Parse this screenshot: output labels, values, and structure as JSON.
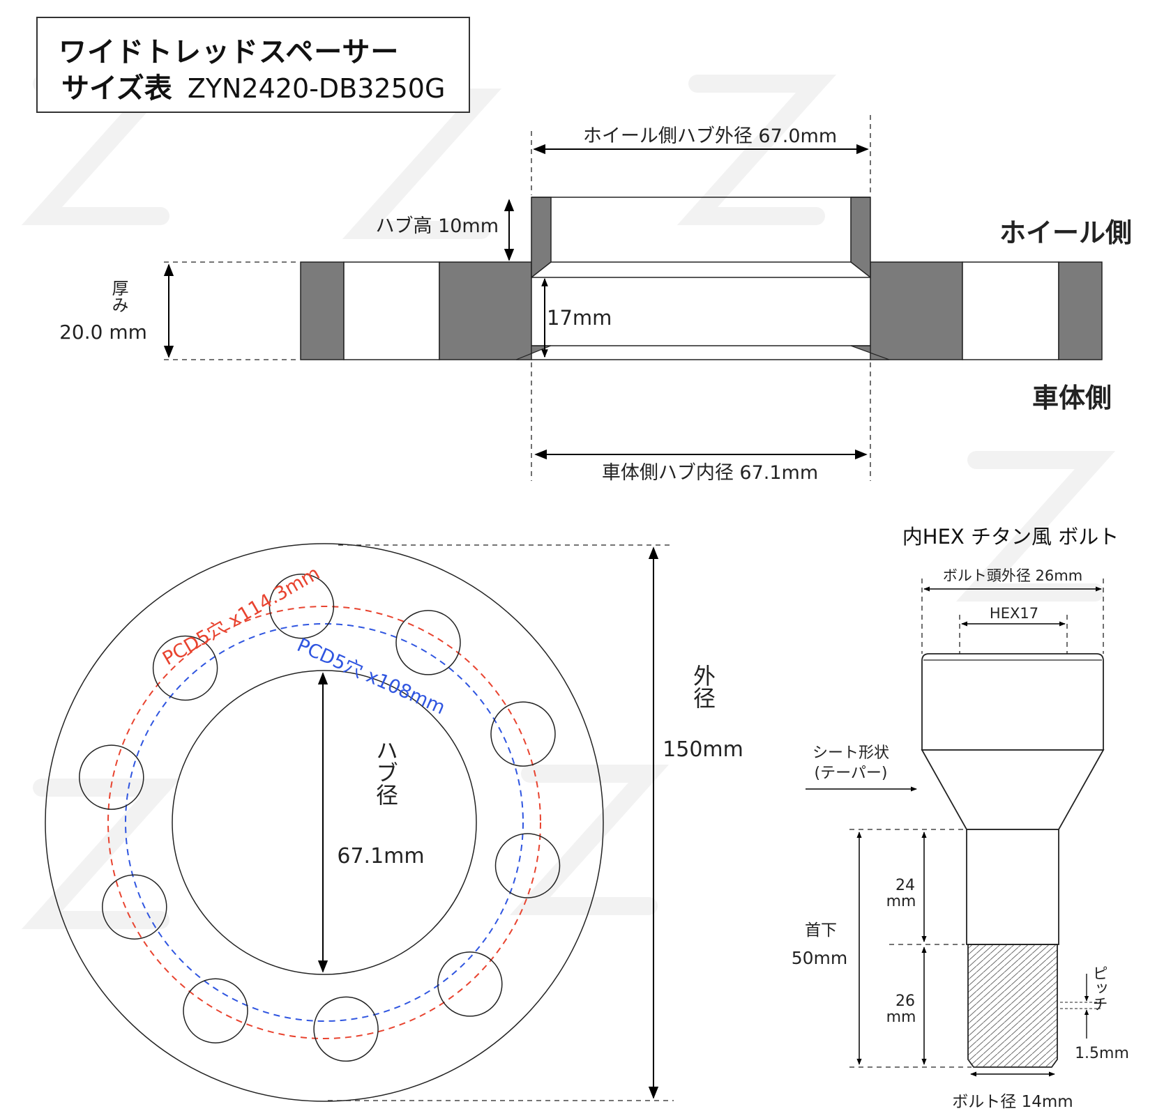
{
  "title": {
    "line1": "ワイドトレッドスペーサー",
    "line2_prefix": "サイズ表",
    "model_code": "ZYN2420-DB3250G"
  },
  "cross_section": {
    "wheel_side_hub_od": "ホイール側ハブ外径 67.0mm",
    "hub_height": "ハブ高 10mm",
    "thickness_label": "厚み",
    "thickness_value": "20.0 mm",
    "inner_depth": "17mm",
    "wheel_side": "ホイール側",
    "body_side": "車体側",
    "body_side_hub_id": "車体側ハブ内径 67.1mm"
  },
  "front_view": {
    "pcd_red": "PCD5穴 x114.3mm",
    "pcd_blue": "PCD5穴 x108mm",
    "hub_diameter_label": "ハブ径",
    "hub_diameter_value": "67.1mm",
    "outer_diameter_label": "外径",
    "outer_diameter_value": "150mm",
    "colors": {
      "pcd_red": "#e8432f",
      "pcd_blue": "#2f55e0"
    }
  },
  "bolt": {
    "title": "内HEX チタン風 ボルト",
    "head_od": "ボルト頭外径 26mm",
    "hex": "HEX17",
    "seat_shape_line1": "シート形状",
    "seat_shape_line2": "(テーパー)",
    "under_head_label": "首下",
    "under_head_value": "50mm",
    "shank_len_num": "24",
    "shank_len_unit": "mm",
    "thread_len_num": "26",
    "thread_len_unit": "mm",
    "pitch_label": "ピッチ",
    "pitch_value": "1.5mm",
    "bolt_diameter": "ボルト径 14mm"
  }
}
